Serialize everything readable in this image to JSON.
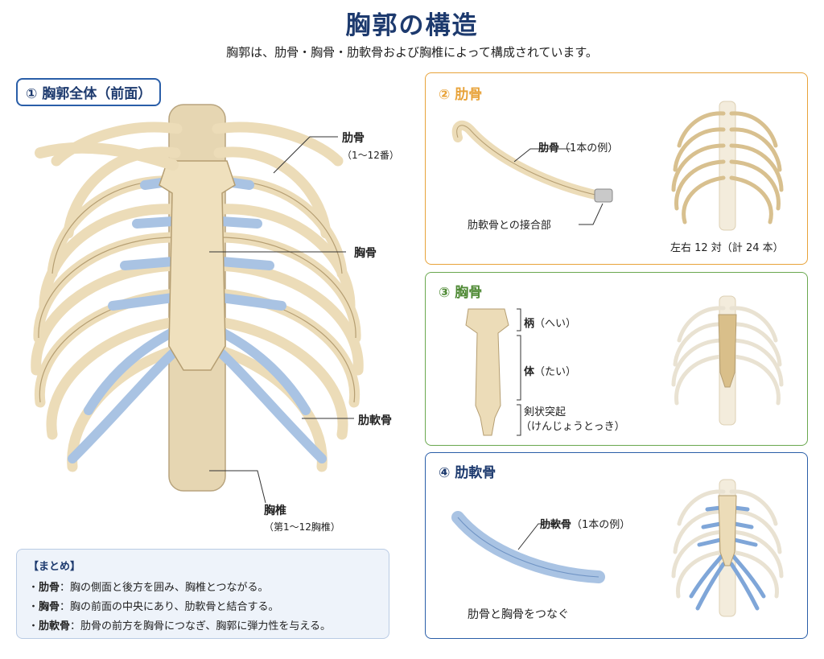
{
  "header": {
    "title": "胸郭の構造",
    "subtitle": "胸郭は、肋骨・胸骨・肋軟骨および胸椎によって構成されています。"
  },
  "main": {
    "tag": "① 胸郭全体（前面）",
    "labels": {
      "rib": "肋骨",
      "rib_sub": "（1〜12番）",
      "sternum": "胸骨",
      "cartilage": "肋軟骨",
      "vertebra": "胸椎",
      "vertebra_sub": "（第1〜12胸椎）"
    }
  },
  "summary": {
    "heading": "【まとめ】",
    "items": [
      {
        "term": "肋骨",
        "text": "：胸の側面と後方を囲み、胸椎とつながる。"
      },
      {
        "term": "胸骨",
        "text": "：胸の前面の中央にあり、肋軟骨と結合する。"
      },
      {
        "term": "肋軟骨",
        "text": "：肋骨の前方を胸骨につなぎ、胸郭に弾力性を与える。"
      }
    ]
  },
  "panels": {
    "rib": {
      "title": "② 肋骨",
      "label": "肋骨",
      "label_note": "（1本の例）",
      "joint": "肋軟骨との接合部",
      "count": "左右 12 対（計 24 本）"
    },
    "sternum": {
      "title": "③ 胸骨",
      "parts": [
        {
          "name": "柄",
          "reading": "（へい）"
        },
        {
          "name": "体",
          "reading": "（たい）"
        },
        {
          "name": "剣状突起",
          "reading": "（けんじょうとっき）"
        }
      ]
    },
    "cartilage": {
      "title": "④ 肋軟骨",
      "label": "肋軟骨",
      "label_note": "（1本の例）",
      "caption": "肋骨と胸骨をつなぐ"
    }
  },
  "colors": {
    "navy": "#1d3a6e",
    "orange": "#e8a33a",
    "green": "#6aa84f",
    "blue": "#2a5ea8",
    "bone": "#ecdcb8",
    "cartilage": "#a9c3e3"
  }
}
